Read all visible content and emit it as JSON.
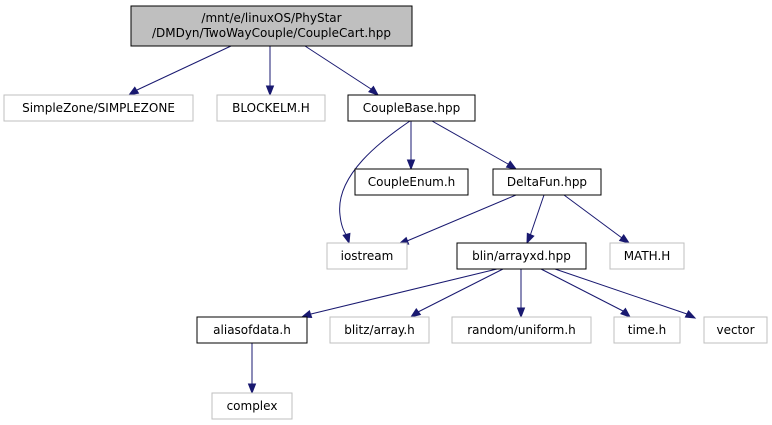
{
  "graph": {
    "nodes": {
      "root": {
        "lines": [
          "/mnt/e/linuxOS/PhyStar",
          "/DMDyn/TwoWayCouple/CoupleCart.hpp"
        ]
      },
      "simplezone": {
        "label": "SimpleZone/SIMPLEZONE"
      },
      "blockelm": {
        "label": "BLOCKELM.H"
      },
      "couplebase": {
        "label": "CoupleBase.hpp"
      },
      "coupleenum": {
        "label": "CoupleEnum.h"
      },
      "deltafun": {
        "label": "DeltaFun.hpp"
      },
      "iostream": {
        "label": "iostream"
      },
      "arrayxd": {
        "label": "blin/arrayxd.hpp"
      },
      "math": {
        "label": "MATH.H"
      },
      "aliasofdata": {
        "label": "aliasofdata.h"
      },
      "blitzarray": {
        "label": "blitz/array.h"
      },
      "uniform": {
        "label": "random/uniform.h"
      },
      "time": {
        "label": "time.h"
      },
      "vector": {
        "label": "vector"
      },
      "complex": {
        "label": "complex"
      }
    },
    "edges": [
      [
        "root",
        "simplezone"
      ],
      [
        "root",
        "blockelm"
      ],
      [
        "root",
        "couplebase"
      ],
      [
        "couplebase",
        "iostream"
      ],
      [
        "couplebase",
        "coupleenum"
      ],
      [
        "couplebase",
        "deltafun"
      ],
      [
        "deltafun",
        "iostream"
      ],
      [
        "deltafun",
        "arrayxd"
      ],
      [
        "deltafun",
        "math"
      ],
      [
        "arrayxd",
        "aliasofdata"
      ],
      [
        "arrayxd",
        "blitzarray"
      ],
      [
        "arrayxd",
        "uniform"
      ],
      [
        "arrayxd",
        "time"
      ],
      [
        "arrayxd",
        "vector"
      ],
      [
        "aliasofdata",
        "complex"
      ]
    ],
    "colors": {
      "edge": "#191970",
      "root_fill": "#bfbfbf",
      "linked_border": "#000000",
      "external_border": "#bfbfbf"
    }
  }
}
